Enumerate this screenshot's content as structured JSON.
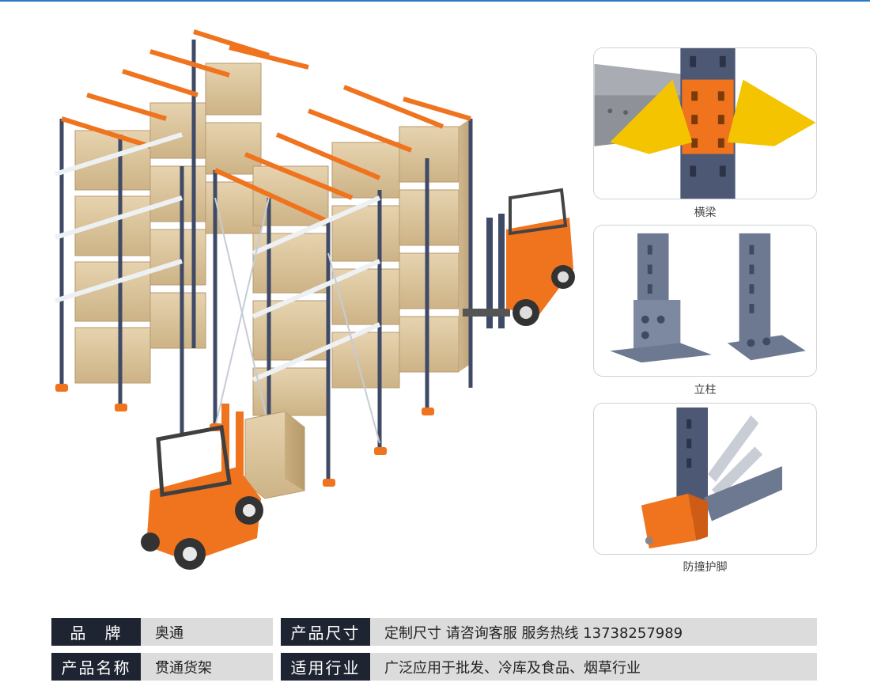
{
  "details": [
    {
      "caption": "横梁",
      "icon": "beam-connector-image"
    },
    {
      "caption": "立柱",
      "icon": "upright-column-image"
    },
    {
      "caption": "防撞护脚",
      "icon": "column-guard-image"
    }
  ],
  "specs": {
    "brand_label": "品　牌",
    "brand_value": "奥通",
    "size_label": "产品尺寸",
    "size_value": "定制尺寸 请咨询客服  服务热线   13738257989",
    "name_label": "产品名称",
    "name_value": "贯通货架",
    "industry_label": "适用行业",
    "industry_value": "广泛应用于批发、冷库及食品、烟草行业"
  },
  "colors": {
    "accent_orange": "#f0731e",
    "upright_navy": "#3f4a66",
    "label_bg": "#1f2433",
    "value_bg": "#dcdcdc",
    "carton": "#dcc6a0",
    "guard_yellow": "#f5c400"
  }
}
